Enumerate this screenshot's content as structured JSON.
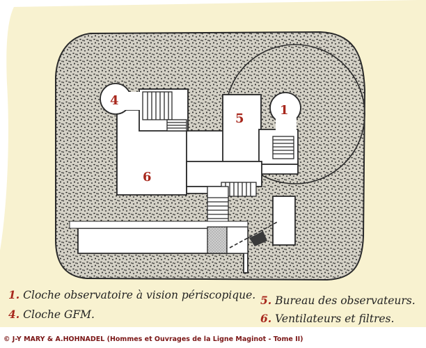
{
  "plan": {
    "labels": [
      {
        "id": "1",
        "text": "1"
      },
      {
        "id": "4",
        "text": "4"
      },
      {
        "id": "5",
        "text": "5"
      },
      {
        "id": "6",
        "text": "6"
      }
    ]
  },
  "legend": [
    {
      "num": "1.",
      "text": "Cloche observatoire à vision périscopique."
    },
    {
      "num": "4.",
      "text": "Cloche GFM."
    },
    {
      "num": "5.",
      "text": "Bureau des observateurs."
    },
    {
      "num": "6.",
      "text": "Ventilateurs et filtres."
    }
  ],
  "credit": "© J-Y MARY & A.HOHNADEL (Hommes et Ouvrages de la Ligne Maginot - Tome II)",
  "colors": {
    "label_red": "#a8281d",
    "concrete": "#d4d1c6",
    "paper_yellow": "#f6efc4",
    "ink": "#222222"
  }
}
